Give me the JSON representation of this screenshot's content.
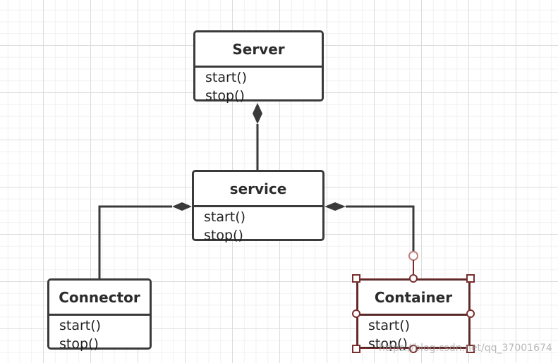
{
  "diagram": {
    "classes": [
      {
        "id": "server",
        "name": "Server",
        "methods": [
          "start()",
          "stop()"
        ]
      },
      {
        "id": "service",
        "name": "service",
        "methods": [
          "start()",
          "stop()"
        ]
      },
      {
        "id": "connector",
        "name": "Connector",
        "methods": [
          "start()",
          "stop()"
        ]
      },
      {
        "id": "container",
        "name": "Container",
        "methods": [
          "start()",
          "stop()"
        ],
        "selected": true
      }
    ],
    "relations": [
      {
        "type": "composition",
        "whole": "Server",
        "part": "service"
      },
      {
        "type": "composition",
        "whole": "service",
        "part": "Connector"
      },
      {
        "type": "composition",
        "whole": "service",
        "part": "Container"
      }
    ]
  },
  "watermark": "https://blog.csdn.net/qq_37001674",
  "colors": {
    "box_border": "#3a3a3a",
    "selection": "#7a2d2d",
    "grid": "#dcdcdc"
  }
}
